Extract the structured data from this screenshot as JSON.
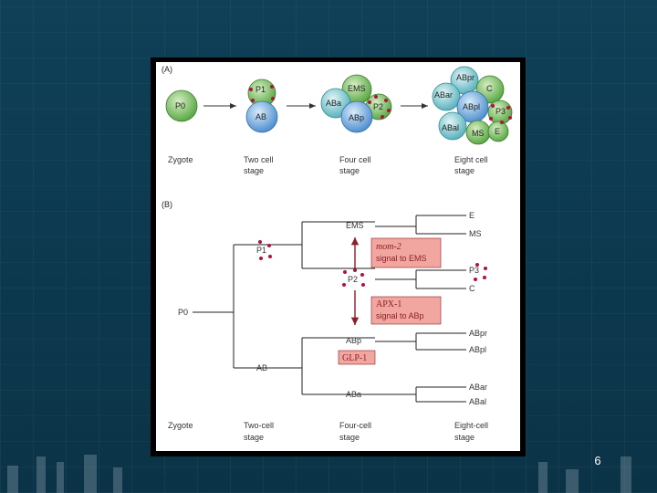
{
  "slide": {
    "page_number": "6"
  },
  "panel_a": {
    "label": "(A)",
    "cells": {
      "p0": "P0",
      "p1": "P1",
      "ab": "AB",
      "ems": "EMS",
      "aba": "ABa",
      "p2": "P2",
      "abp": "ABp",
      "abpr": "ABpr",
      "abar": "ABar",
      "c": "C",
      "abpl": "ABpl",
      "p3": "P3",
      "abal": "ABal",
      "ms": "MS",
      "e": "E"
    },
    "stages": {
      "zygote": "Zygote",
      "two_line1": "Two cell",
      "two_line2": "stage",
      "four_line1": "Four cell",
      "four_line2": "stage",
      "eight_line1": "Eight cell",
      "eight_line2": "stage"
    }
  },
  "panel_b": {
    "label": "(B)",
    "nodes": {
      "p0": "P0",
      "p1": "P1",
      "ab": "AB",
      "ems": "EMS",
      "p2": "P2",
      "abp": "ABp",
      "aba": "ABa",
      "e": "E",
      "ms": "MS",
      "p3": "P3",
      "c": "C",
      "abpr": "ABpr",
      "abpl": "ABpl",
      "abar": "ABar",
      "abal": "ABal"
    },
    "signal_mom2_italic": "mom-2",
    "signal_mom2_text": "signal to EMS",
    "signal_apx_title": "APX-1",
    "signal_apx_text": "signal to ABp",
    "glp1": "GLP-1",
    "stages": {
      "zygote": "Zygote",
      "two_line1": "Two-cell",
      "two_line2": "stage",
      "four_line1": "Four-cell",
      "four_line2": "stage",
      "eight_line1": "Eight-cell",
      "eight_line2": "stage"
    }
  },
  "colors": {
    "cell_green": "#7fbf6a",
    "cell_blue": "#6fa8d8",
    "cell_teal": "#86c9d0",
    "signal_box": "#f2a6a0",
    "dot_red": "#b3123a"
  }
}
